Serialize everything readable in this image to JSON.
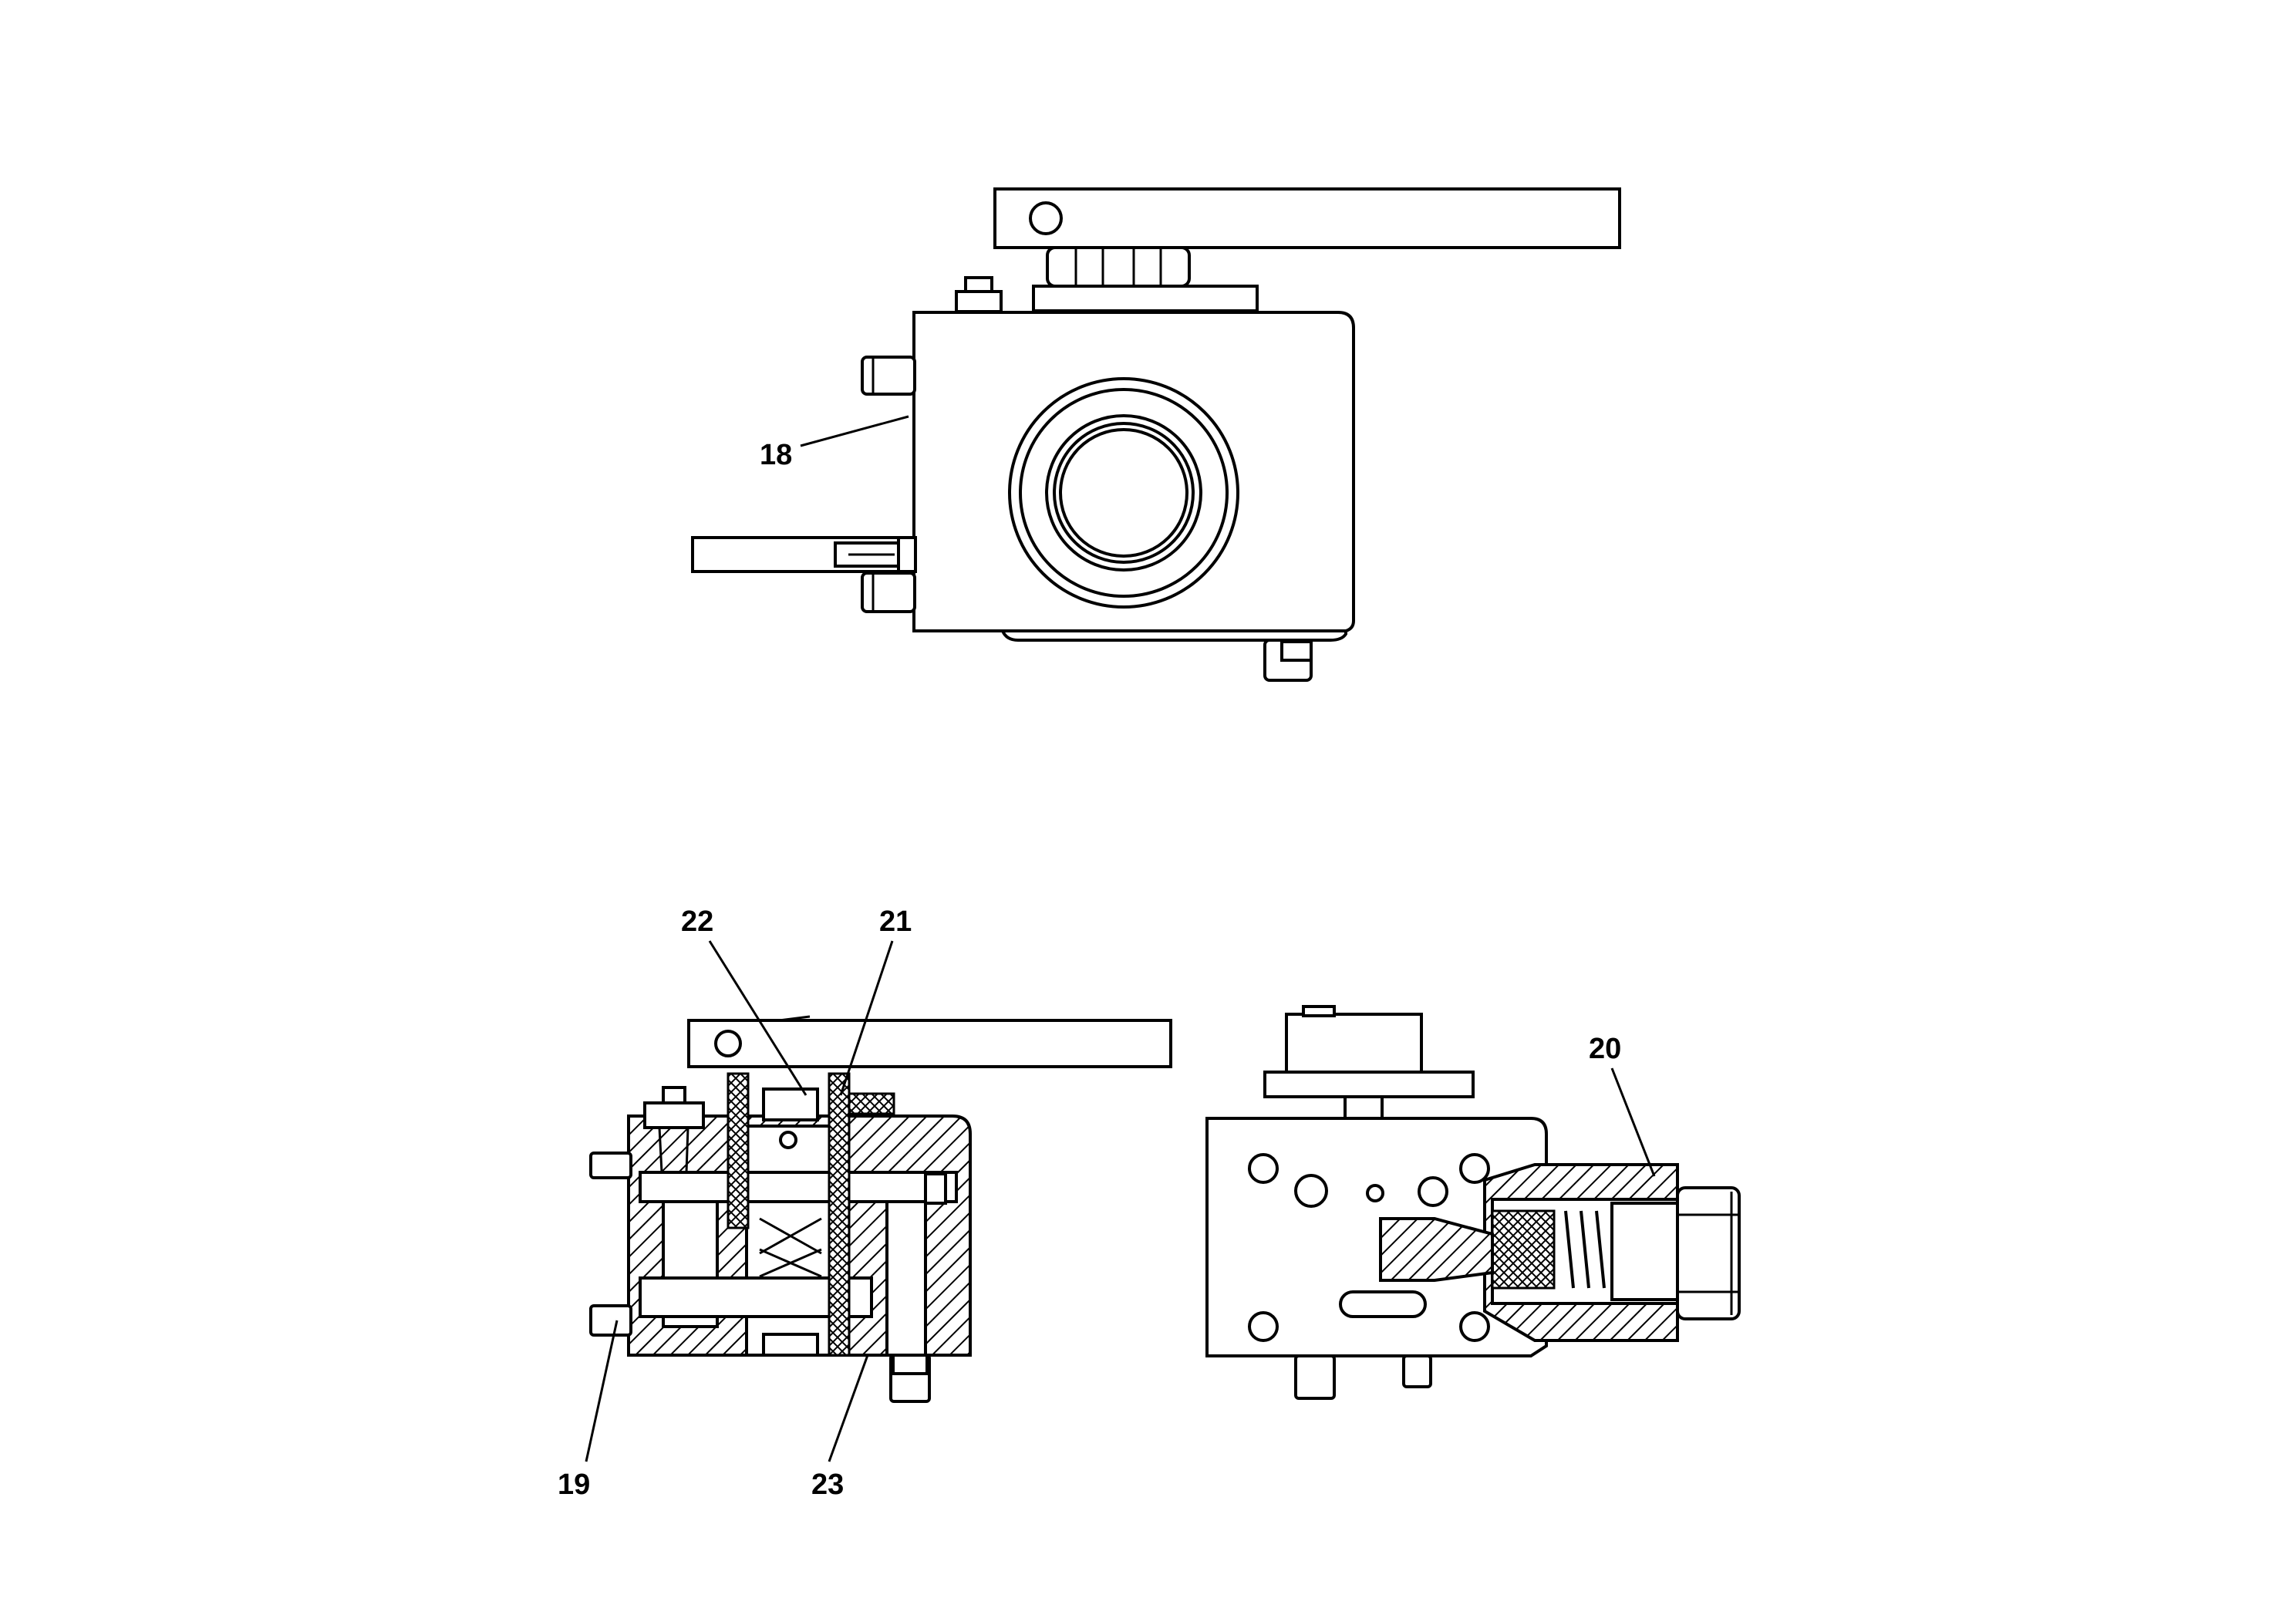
{
  "diagram": {
    "callouts": {
      "c18": "18",
      "c19": "19",
      "c20": "20",
      "c21": "21",
      "c22": "22",
      "c23": "23"
    },
    "colors": {
      "line": "#000000",
      "background": "#ffffff"
    }
  }
}
